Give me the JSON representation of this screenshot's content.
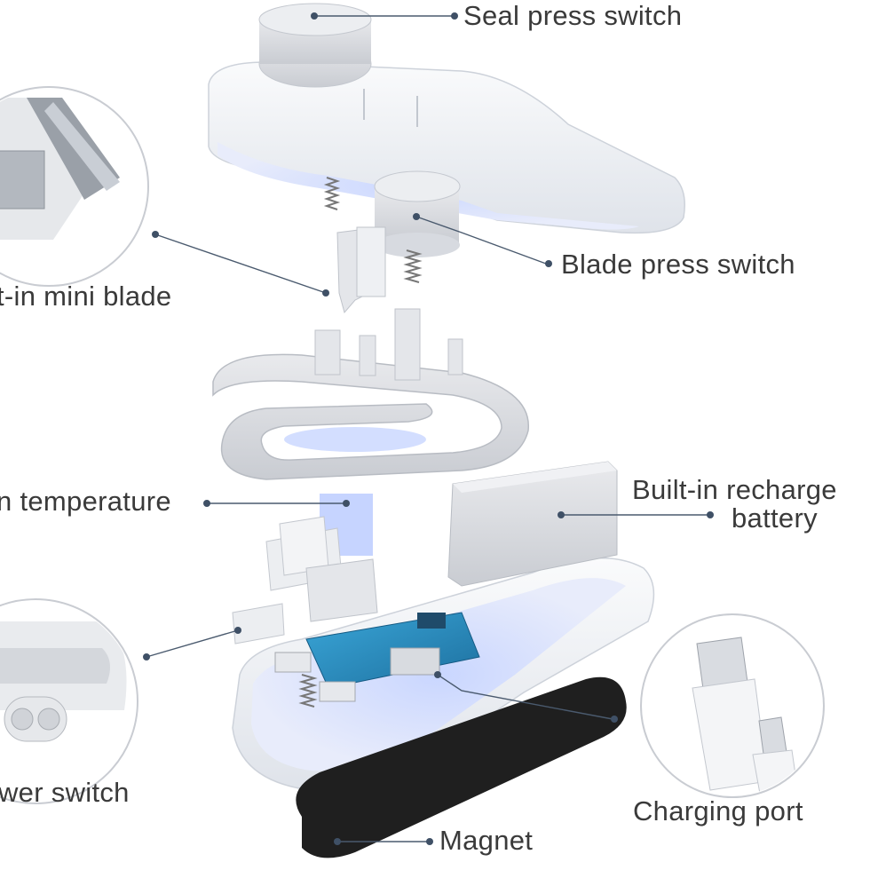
{
  "labels": {
    "seal_press_switch": "Seal press switch",
    "blade_press_switch": "Blade press switch",
    "mini_blade": "t-in mini blade",
    "temperature": "n temperature",
    "battery_line1": "Built-in recharge",
    "battery_line2": "battery",
    "power_switch": "wer switch",
    "charging_port": "Charging port",
    "magnet": "Magnet"
  },
  "colors": {
    "text": "#3a3a3a",
    "leader": "#4a5a6e",
    "shell": "#f1f3f6",
    "glow": "#9fb7ff",
    "pcb": "#2b8fc4",
    "magnet": "#1e1e1e"
  }
}
